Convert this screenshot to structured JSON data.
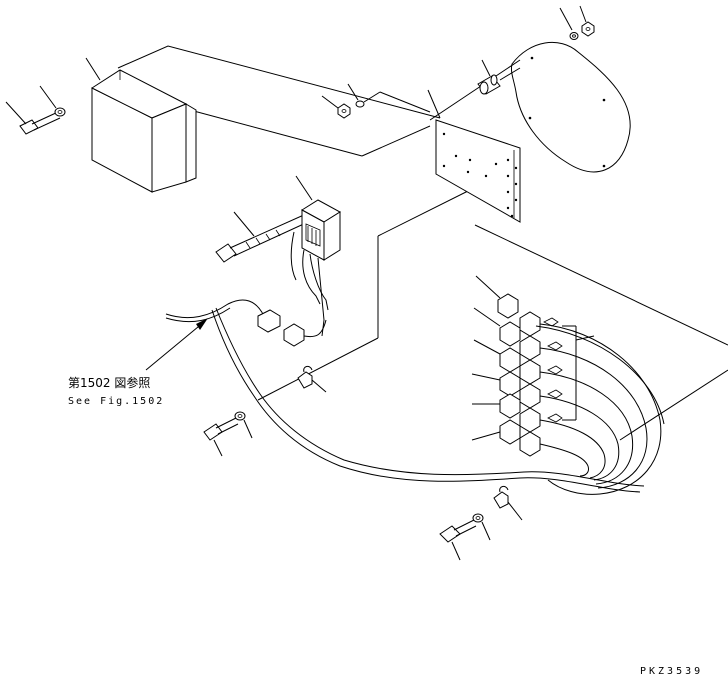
{
  "reference": {
    "japanese": "第1502 図参照",
    "english": "See Fig.1502"
  },
  "drawing_code": "PKZ3539"
}
